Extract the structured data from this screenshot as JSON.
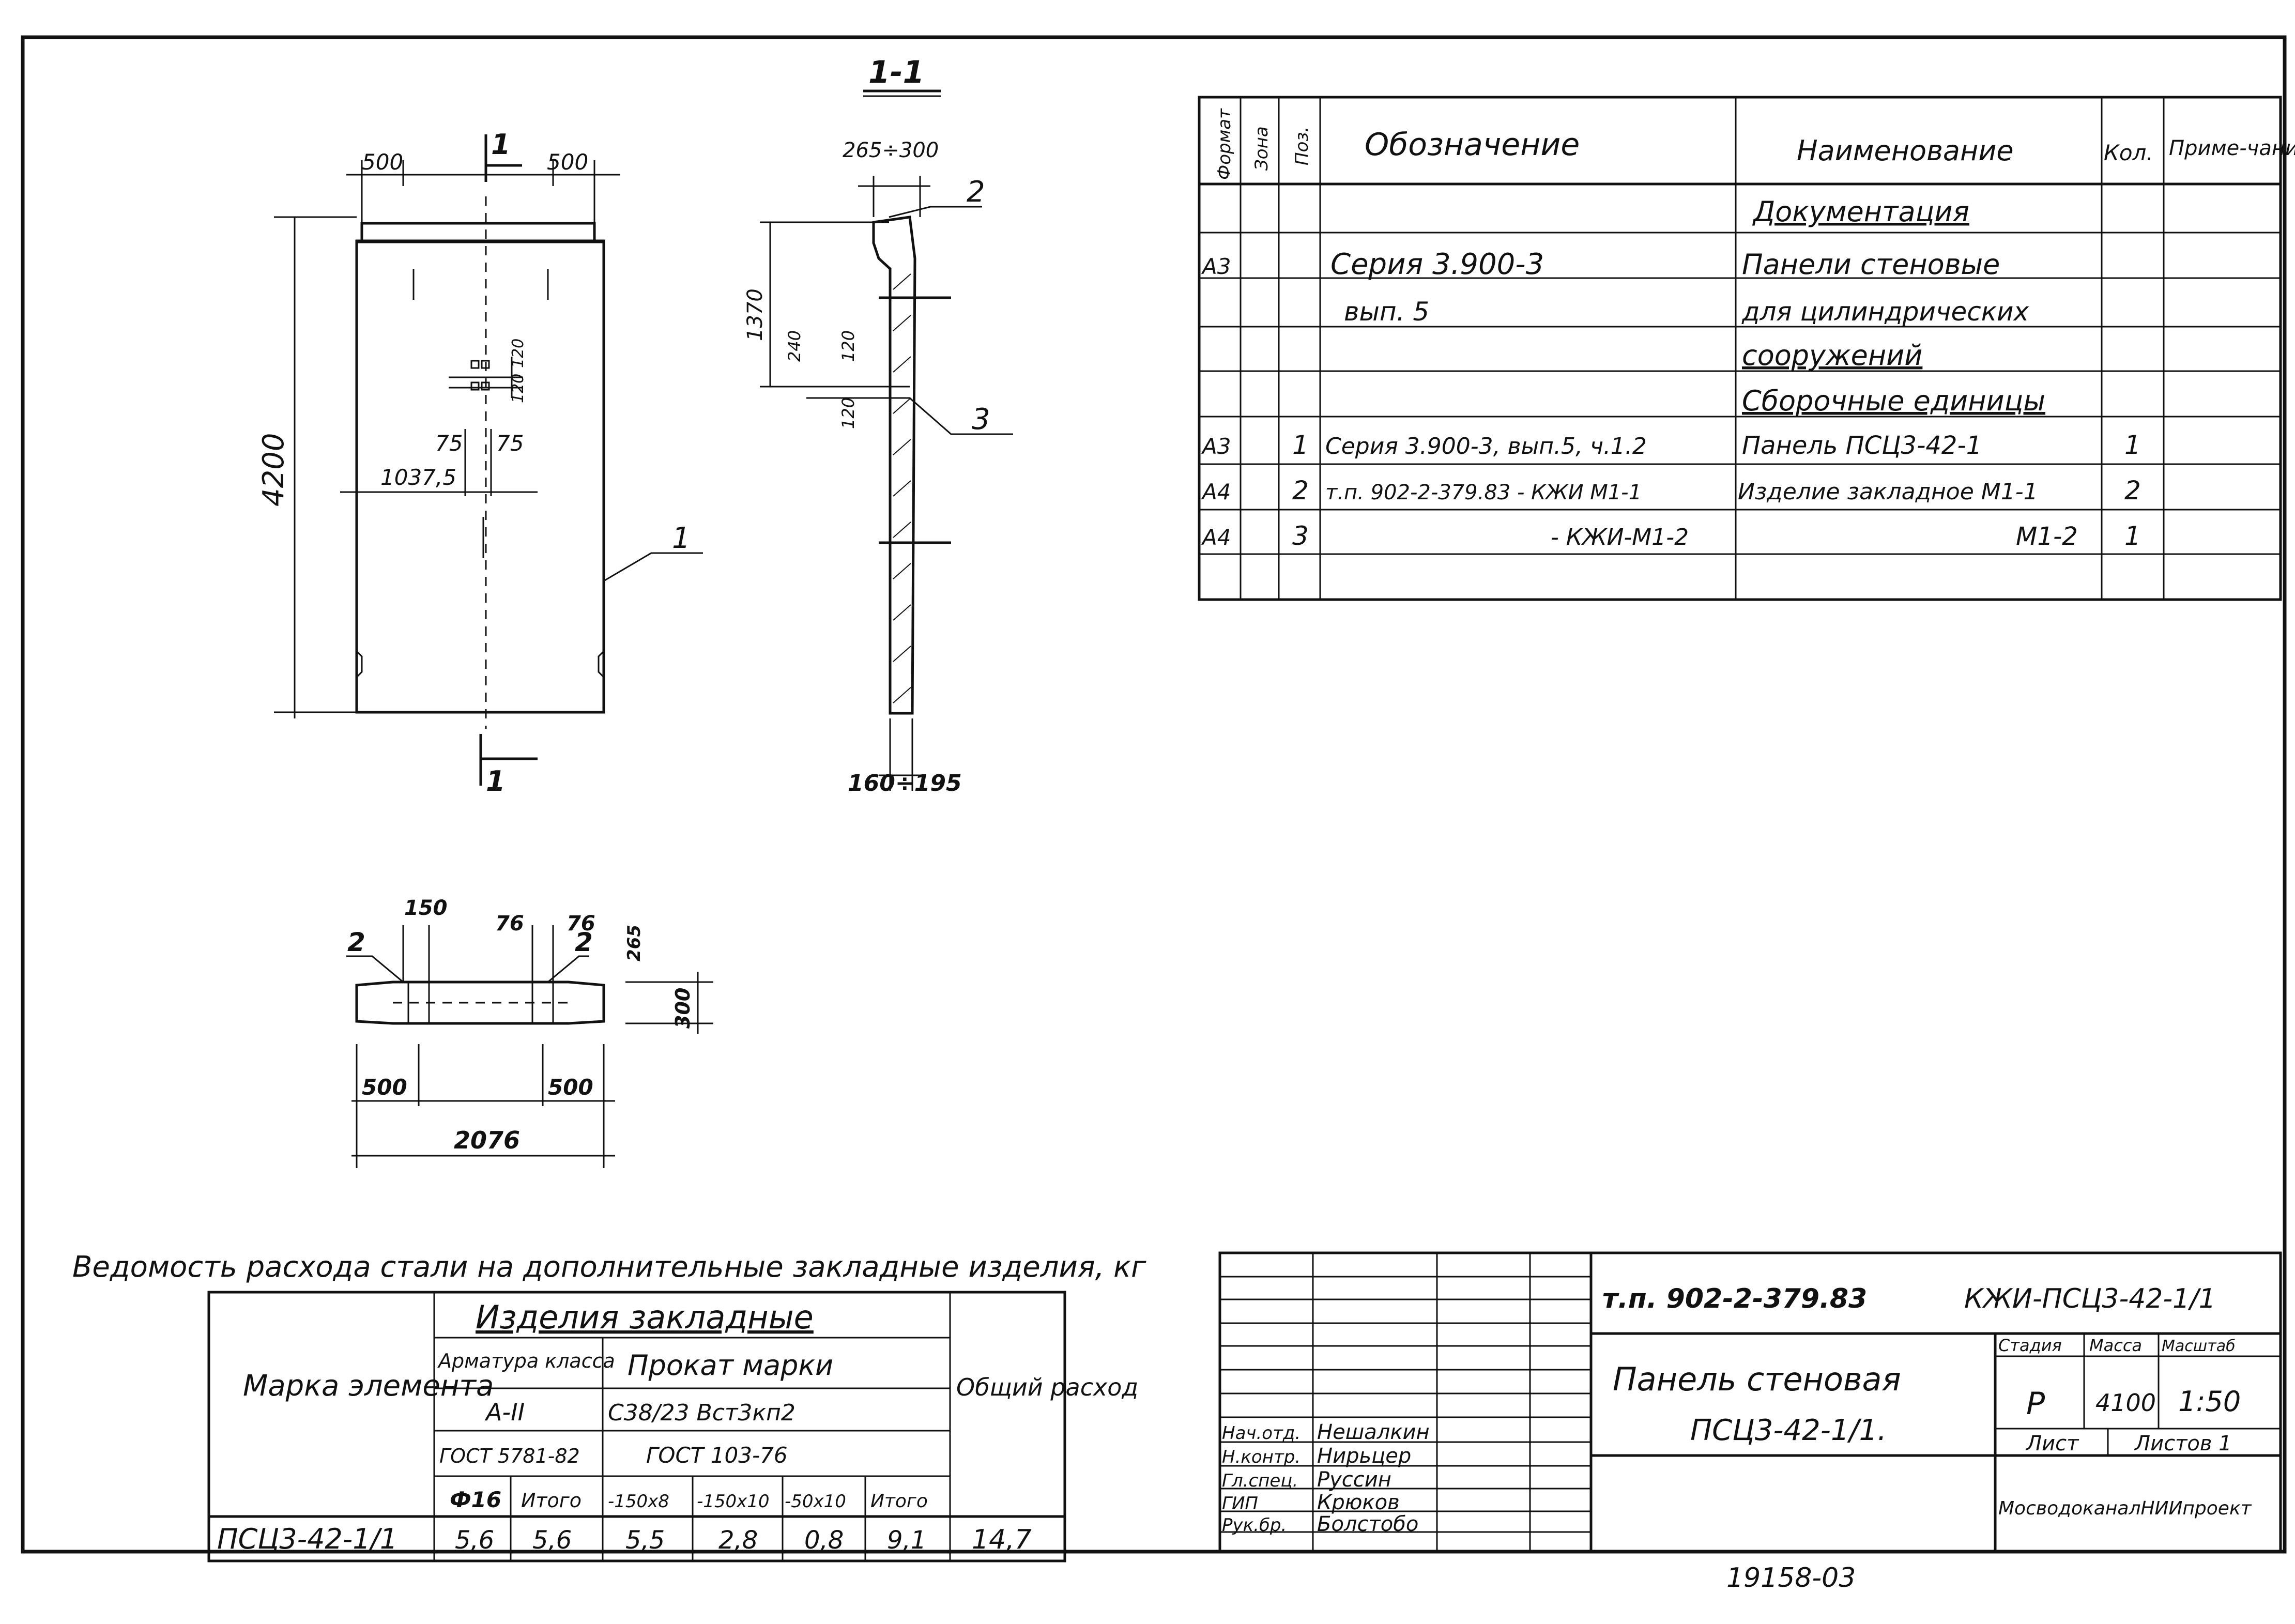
{
  "drawing": {
    "section_mark": "1-1",
    "section_arrow_label": "1",
    "front_view": {
      "dim_top_left": "500",
      "dim_top_right": "500",
      "dim_height": "4200",
      "dim_offset": "1037,5",
      "dim_75_left": "75",
      "dim_75_right": "75",
      "dim_120_a": "120",
      "dim_120_b": "120",
      "leader_1": "1"
    },
    "section_view": {
      "dim_top": "265÷300",
      "dim_bottom": "160÷195",
      "dim_1370": "1370",
      "dim_240": "240",
      "dim_120": "120",
      "dim_120b": "120",
      "leader_2": "2",
      "leader_3": "3"
    },
    "plan_view": {
      "dim_150": "150",
      "dim_76a": "76",
      "dim_76b": "76",
      "dim_265": "265",
      "dim_300": "300",
      "dim_500a": "500",
      "dim_500b": "500",
      "dim_total": "2076",
      "leader_2a": "2",
      "leader_2b": "2"
    }
  },
  "spec_table": {
    "headers": {
      "format": "Формат",
      "zone": "Зона",
      "pos": "Поз.",
      "designation": "Обозначение",
      "name": "Наименование",
      "qty": "Кол.",
      "note": "Приме-чание"
    },
    "rows": [
      {
        "format": "",
        "zone": "",
        "pos": "",
        "designation": "",
        "name": "Документация",
        "qty": "",
        "note": ""
      },
      {
        "format": "А3",
        "zone": "",
        "pos": "",
        "designation": "Серия 3.900-3",
        "name": "Панели стеновые",
        "qty": "",
        "note": ""
      },
      {
        "format": "",
        "zone": "",
        "pos": "",
        "designation": "вып. 5",
        "name": "для цилиндрических",
        "qty": "",
        "note": ""
      },
      {
        "format": "",
        "zone": "",
        "pos": "",
        "designation": "",
        "name": "сооружений",
        "qty": "",
        "note": ""
      },
      {
        "format": "",
        "zone": "",
        "pos": "",
        "designation": "",
        "name": "Сборочные единицы",
        "qty": "",
        "note": ""
      },
      {
        "format": "А3",
        "zone": "",
        "pos": "1",
        "designation": "Серия 3.900-3, вып.5, ч.1.2",
        "name": "Панель ПСЦ3-42-1",
        "qty": "1",
        "note": ""
      },
      {
        "format": "А4",
        "zone": "",
        "pos": "2",
        "designation": "т.п. 902-2-379.83 - КЖИ М1-1",
        "name": "Изделие закладное М1-1",
        "qty": "2",
        "note": ""
      },
      {
        "format": "А4",
        "zone": "",
        "pos": "3",
        "designation": "- КЖИ-М1-2",
        "name": "М1-2",
        "qty": "1",
        "note": ""
      },
      {
        "format": "",
        "zone": "",
        "pos": "",
        "designation": "",
        "name": "",
        "qty": "",
        "note": ""
      }
    ]
  },
  "steel_table": {
    "title": "Ведомость расхода стали на дополнительные закладные изделия, кг",
    "col_mark": "Марка элемента",
    "group_header": "Изделия закладные",
    "sub_arm": "Арматура класса",
    "sub_prokat": "Прокат марки",
    "col_total": "Общий расход",
    "arm_class": "А-II",
    "prokat_grade": "С38/23 Вст3кп2",
    "gost_arm": "ГОСТ 5781-82",
    "gost_prokat": "ГОСТ 103-76",
    "cols": [
      "Ф16",
      "Итого",
      "-150х8",
      "-150х10",
      "-50х10",
      "Итого"
    ],
    "row": {
      "mark": "ПСЦ3-42-1/1",
      "values": [
        "5,6",
        "5,6",
        "5,5",
        "2,8",
        "0,8",
        "9,1"
      ],
      "total": "14,7"
    }
  },
  "title_block": {
    "project_code": "т.п. 902-2-379.83",
    "sheet_code": "КЖИ-ПСЦ3-42-1/1",
    "name_line1": "Панель стеновая",
    "name_line2": "ПСЦ3-42-1/1.",
    "hdr_stage": "Стадия",
    "hdr_mass": "Масса",
    "hdr_scale": "Масштаб",
    "stage": "Р",
    "mass": "4100",
    "scale": "1:50",
    "sheet_label": "Лист",
    "sheets_label": "Листов 1",
    "organization": "МосводоканалНИИпроект",
    "people": [
      {
        "role": "Нач.отд.",
        "name": "Нешалкин"
      },
      {
        "role": "Н.контр.",
        "name": "Нирьцер"
      },
      {
        "role": "Гл.спец.",
        "name": "Руссин"
      },
      {
        "role": "ГИП",
        "name": "Крюков"
      },
      {
        "role": "Рук.бр.",
        "name": "Болстобо"
      }
    ]
  },
  "footer_number": "19158-03"
}
